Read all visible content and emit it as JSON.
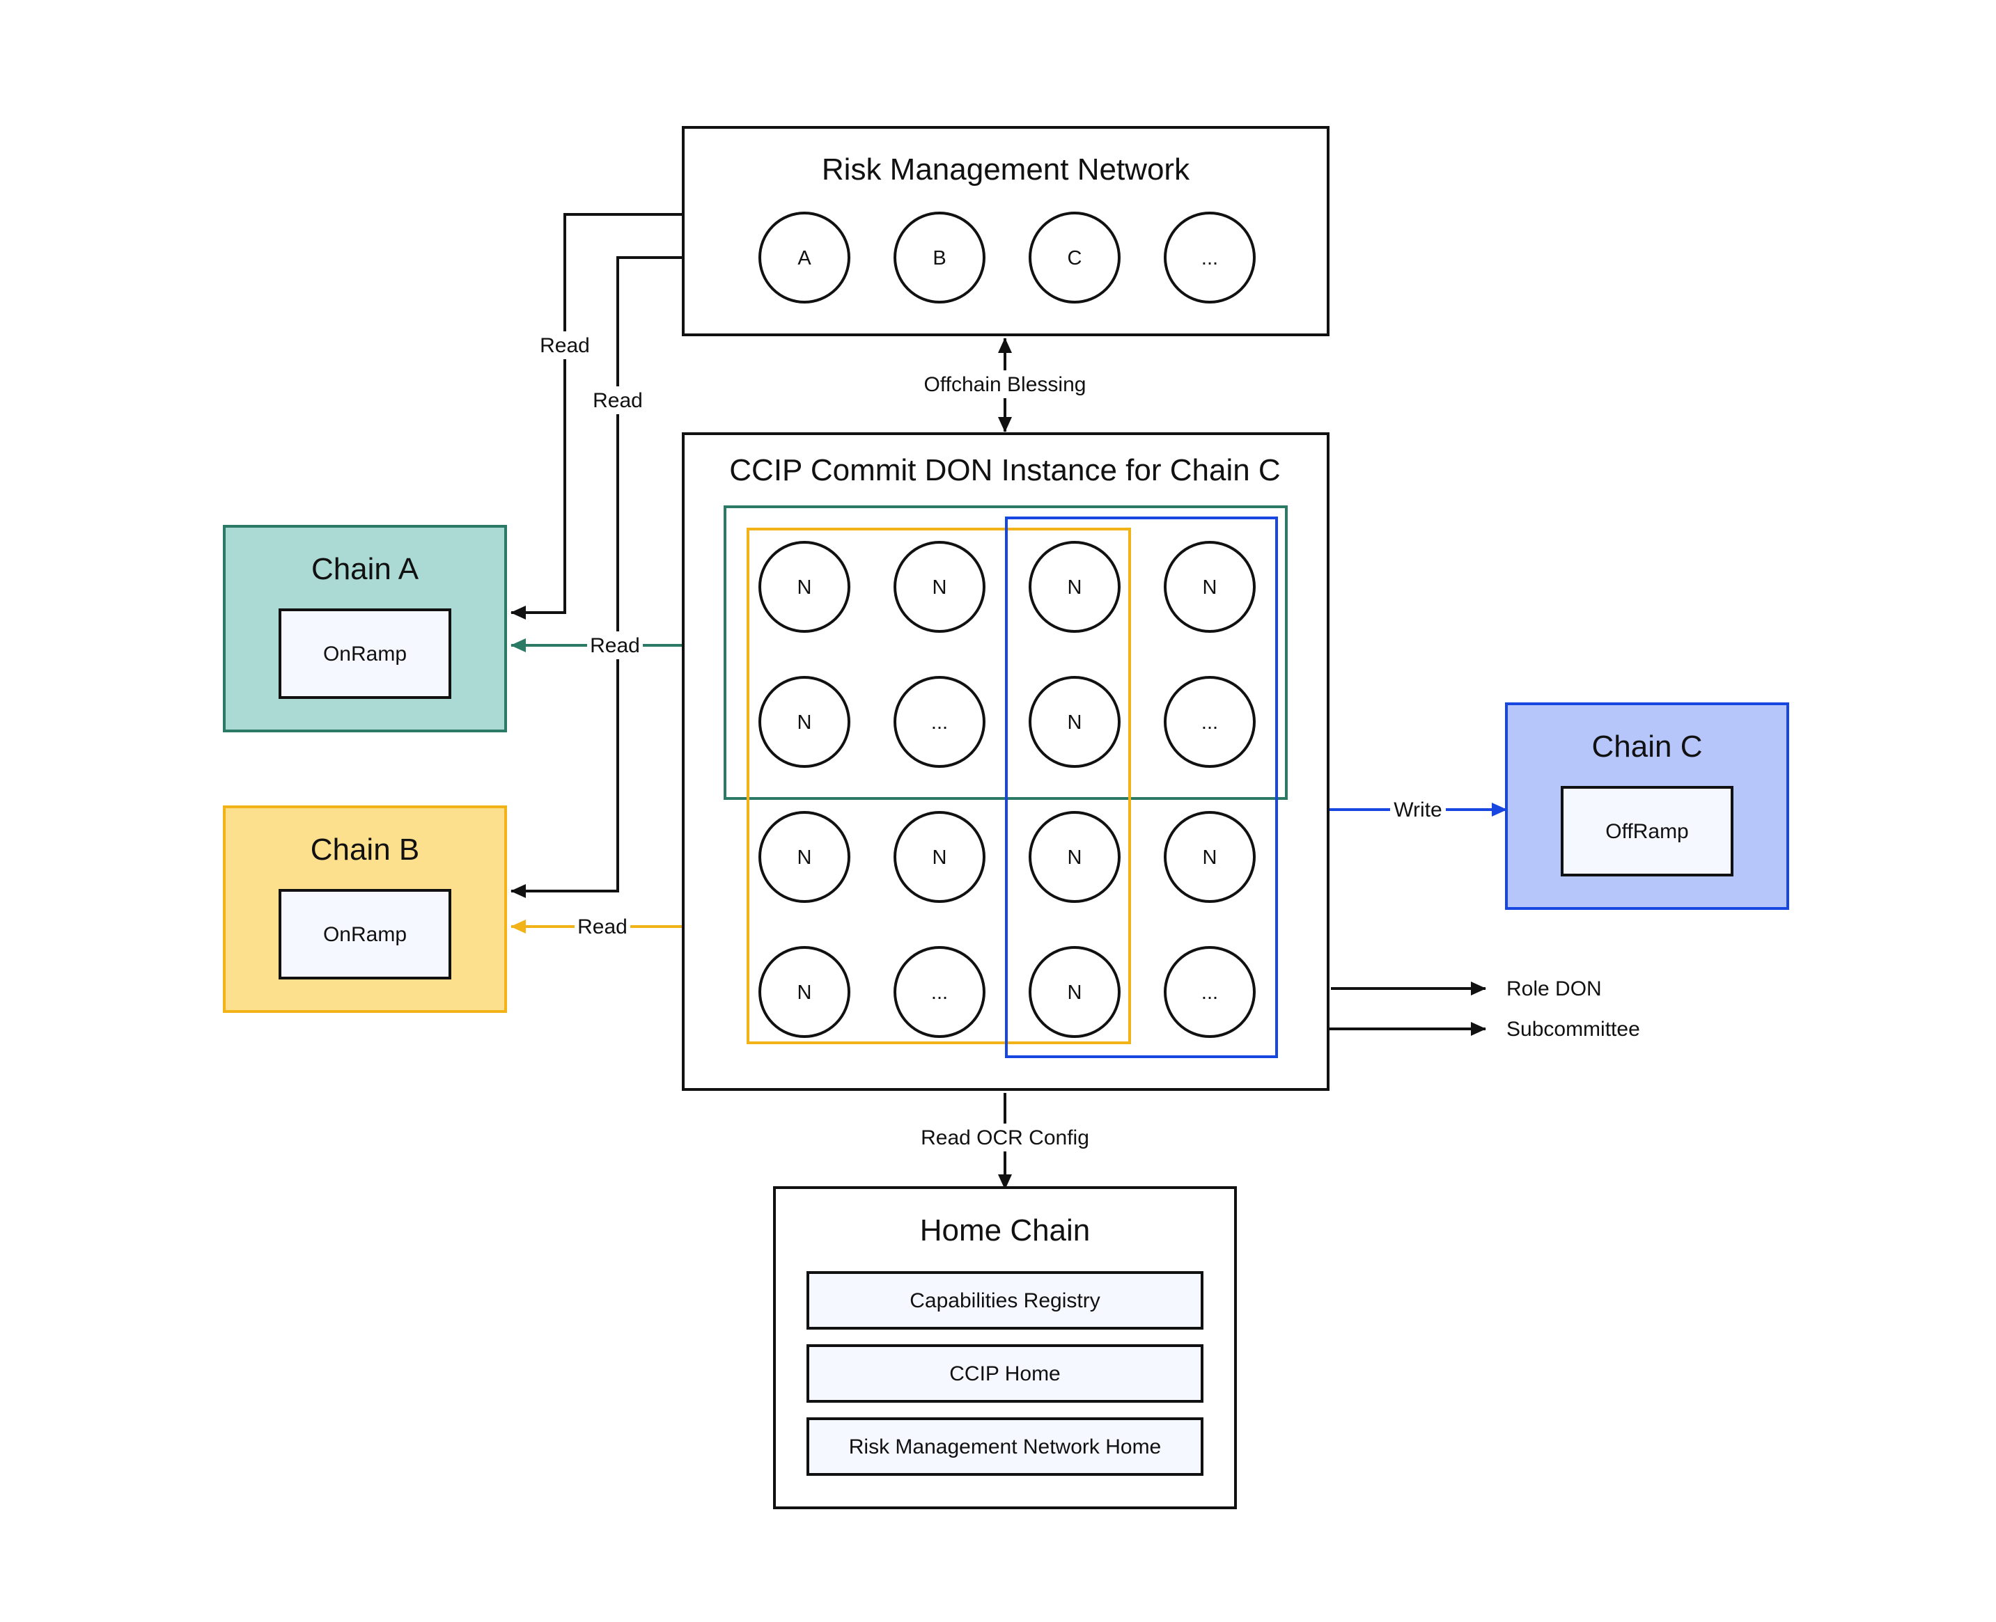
{
  "colors": {
    "chain_a_fill": "#abdad4",
    "chain_a_stroke": "#2a7a66",
    "chain_b_fill": "#fde08e",
    "chain_b_stroke": "#f2b318",
    "chain_c_fill": "#b6c6fa",
    "chain_c_stroke": "#1746e0",
    "inner_box_fill": "#f6f8ff",
    "line": "#111111"
  },
  "rmn": {
    "title": "Risk Management Network",
    "nodes": [
      "A",
      "B",
      "C",
      "..."
    ]
  },
  "don": {
    "title": "CCIP Commit DON Instance for Chain C",
    "grid": [
      [
        "N",
        "N",
        "N",
        "N"
      ],
      [
        "N",
        "...",
        "N",
        "..."
      ],
      [
        "N",
        "N",
        "N",
        "N"
      ],
      [
        "N",
        "...",
        "N",
        "..."
      ]
    ]
  },
  "chain_a": {
    "title": "Chain A",
    "component": "OnRamp"
  },
  "chain_b": {
    "title": "Chain B",
    "component": "OnRamp"
  },
  "chain_c": {
    "title": "Chain C",
    "component": "OffRamp"
  },
  "home": {
    "title": "Home Chain",
    "items": [
      "Capabilities Registry",
      "CCIP Home",
      "Risk Management Network Home"
    ]
  },
  "edges": {
    "read_rmn_a": "Read",
    "read_rmn_b": "Read",
    "read_don_a": "Read",
    "read_don_b": "Read",
    "write_c": "Write",
    "offchain_blessing": "Offchain Blessing",
    "read_ocr_config": "Read OCR Config"
  },
  "legend": {
    "role_don": "Role DON",
    "subcommittee": "Subcommittee"
  }
}
